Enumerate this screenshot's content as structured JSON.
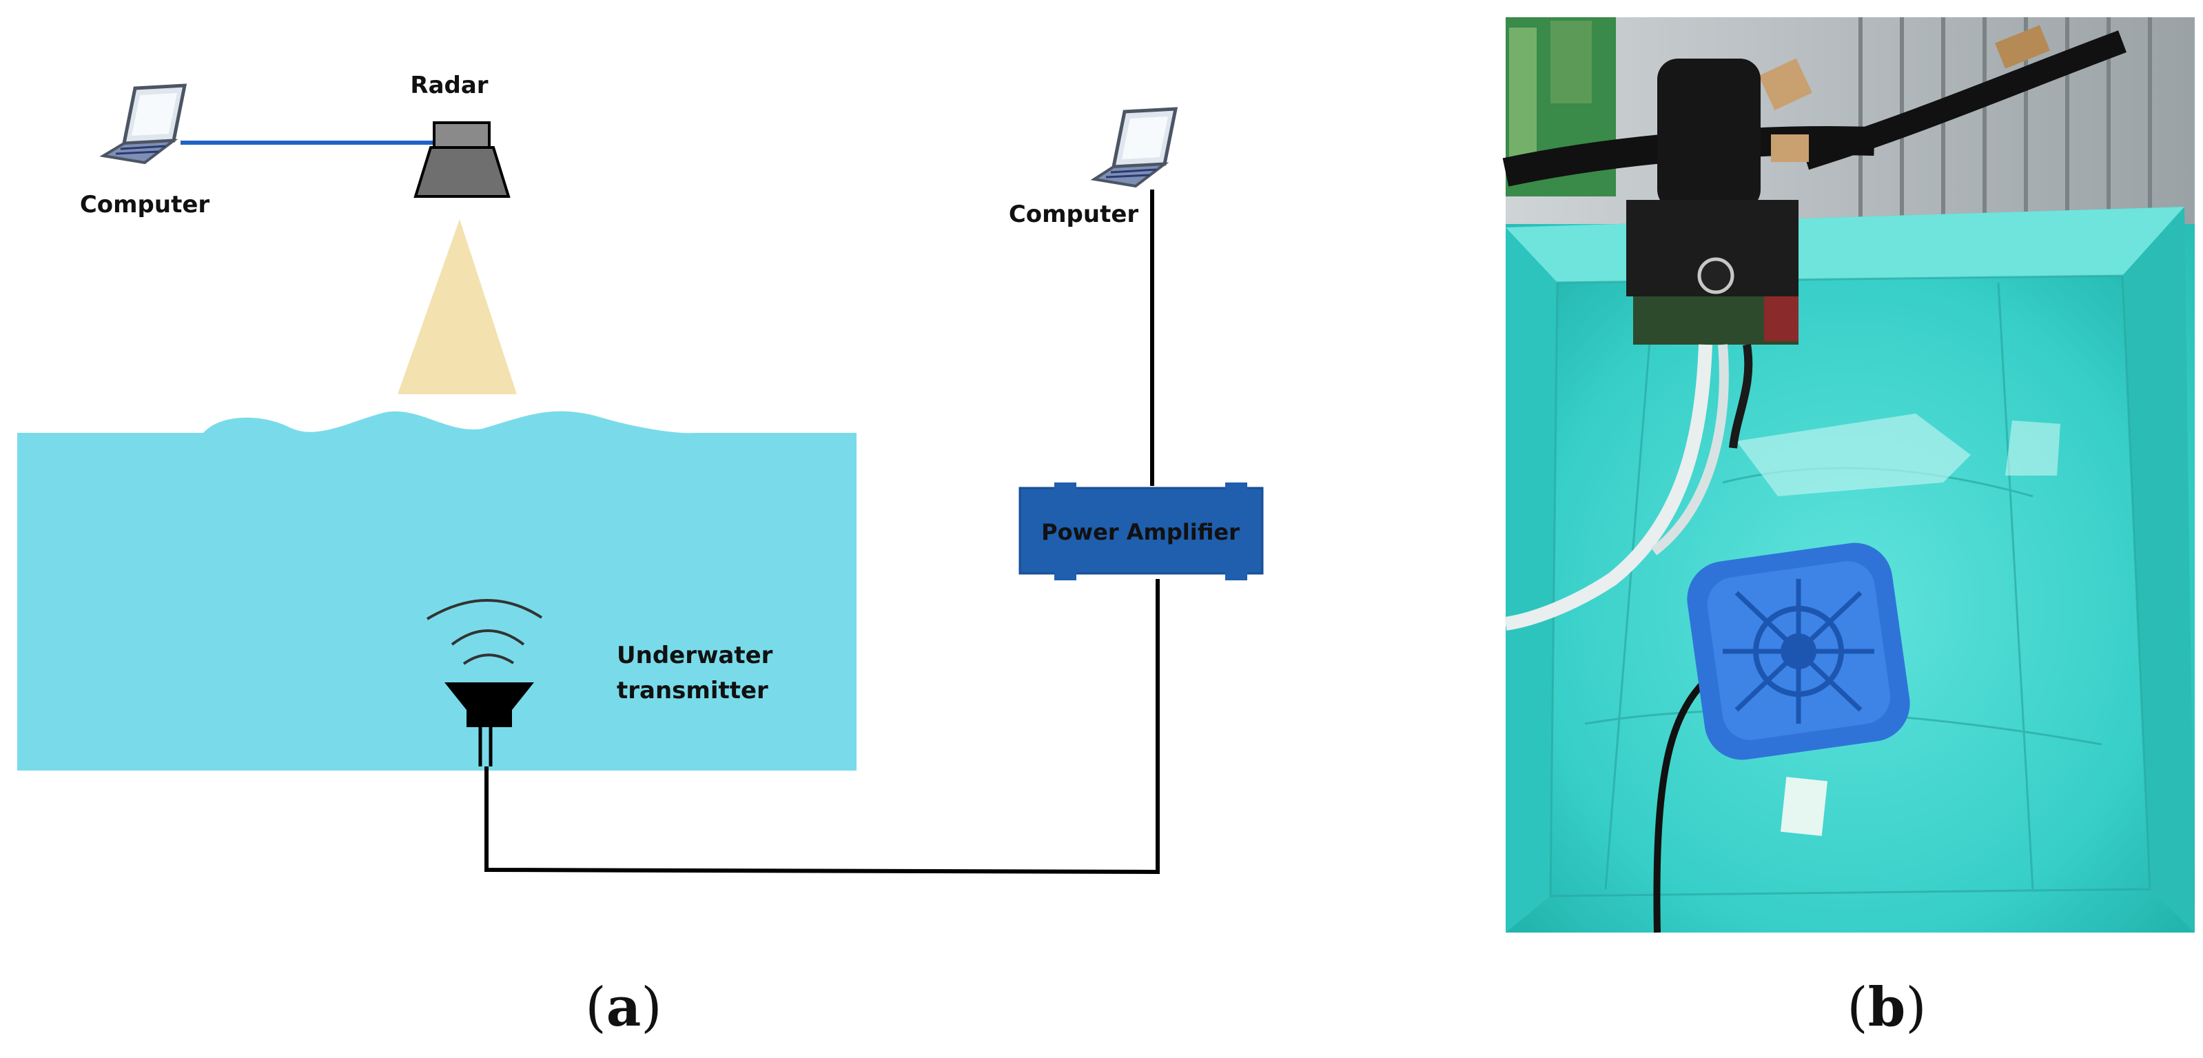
{
  "panel_a": {
    "left_computer_label": "Computer",
    "radar_label": "Radar",
    "right_computer_label": "Computer",
    "amplifier_label": "Power Amplifier",
    "transmitter_label_line1": "Underwater",
    "transmitter_label_line2": "transmitter",
    "caption": {
      "open": "(",
      "letter": "a",
      "close": ")"
    }
  },
  "panel_b": {
    "caption": {
      "open": "(",
      "letter": "b",
      "close": ")"
    }
  },
  "colors": {
    "water": "#79dbea",
    "amplifier": "#1f5fae",
    "link_line": "#1f62c8",
    "radar_beam": "#f3e2b0",
    "radar_body": "#707070",
    "pool_liner": "#3ed2cc",
    "transducer_blue": "#2f73d8"
  }
}
